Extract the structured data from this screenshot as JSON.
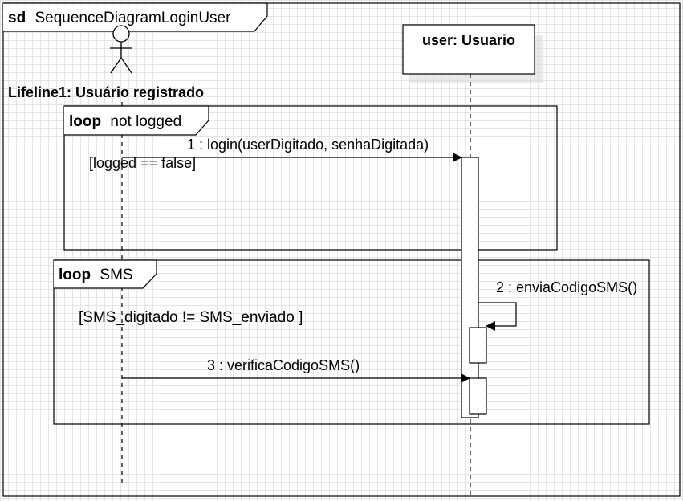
{
  "frame": {
    "keyword": "sd",
    "name": "SequenceDiagramLoginUser"
  },
  "actor": {
    "label": "Lifeline1: Usuário registrado"
  },
  "lifeline": {
    "label": "user: Usuario"
  },
  "fragments": [
    {
      "keyword": "loop",
      "name": "not logged",
      "guard": "[logged == false]"
    },
    {
      "keyword": "loop",
      "name": "SMS",
      "guard": "[SMS_digitado != SMS_enviado ]"
    }
  ],
  "messages": [
    {
      "label": "1 : login(userDigitado, senhaDigitada)"
    },
    {
      "label": "2 : enviaCodigoSMS()"
    },
    {
      "label": "3 : verificaCodigoSMS()"
    }
  ]
}
